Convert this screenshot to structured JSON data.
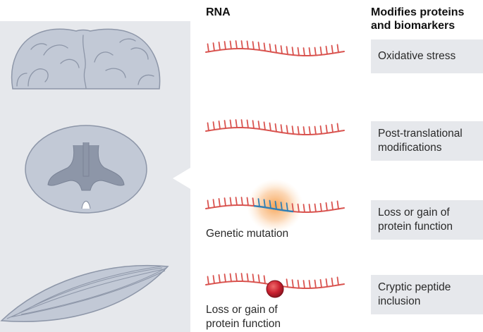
{
  "headers": {
    "rna": "RNA",
    "proteins": "Modifies proteins and biomarkers"
  },
  "outcomes": [
    "Oxidative stress",
    "Post-translational modifications",
    "Loss or gain of protein function",
    "Cryptic peptide inclusion"
  ],
  "captions": {
    "mutation": "Genetic mutation",
    "function": "Loss or gain of protein function"
  },
  "colors": {
    "rna_strand": "#d9534f",
    "mutation_segment": "#2f7fb5",
    "mutation_glow": "#f7a35c",
    "peptide": "#c9202f",
    "panel": "#e6e8ec",
    "tissue": "#c2c9d6",
    "tissue_dark": "#8d96a8"
  },
  "icons": [
    "brain-icon",
    "spinal-cord-icon",
    "muscle-fiber-icon"
  ]
}
